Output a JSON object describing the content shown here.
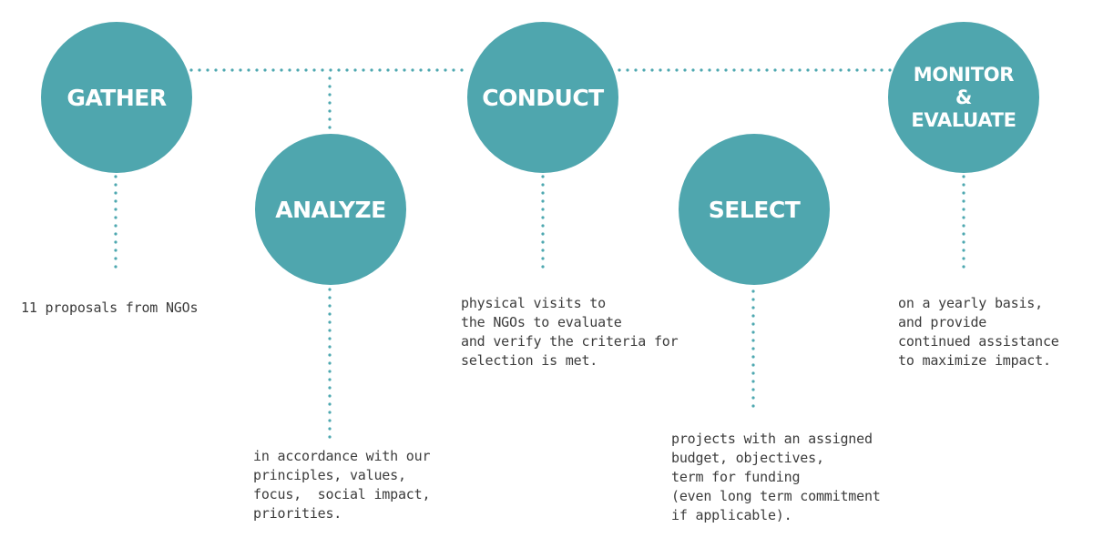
{
  "colors": {
    "circle_fill": "#4fa6ae",
    "connector": "#4ea8b0",
    "label_text": "#ffffff",
    "desc_text": "#3c3c3c"
  },
  "steps": [
    {
      "id": "gather",
      "label": "GATHER",
      "description": "11 proposals from NGOs"
    },
    {
      "id": "analyze",
      "label": "ANALYZE",
      "description": "in accordance with our\nprinciples, values,\nfocus,  social impact,\npriorities."
    },
    {
      "id": "conduct",
      "label": "CONDUCT",
      "description": "physical visits to\nthe NGOs to evaluate\nand verify the criteria for\nselection is met."
    },
    {
      "id": "select",
      "label": "SELECT",
      "description": "projects with an assigned\nbudget, objectives,\nterm for funding\n(even long term commitment\nif applicable)."
    },
    {
      "id": "monitor",
      "label_lines": [
        "MONITOR",
        "&",
        "EVALUATE"
      ],
      "description": "on a yearly basis,\nand provide\ncontinued assistance\nto maximize impact."
    }
  ]
}
